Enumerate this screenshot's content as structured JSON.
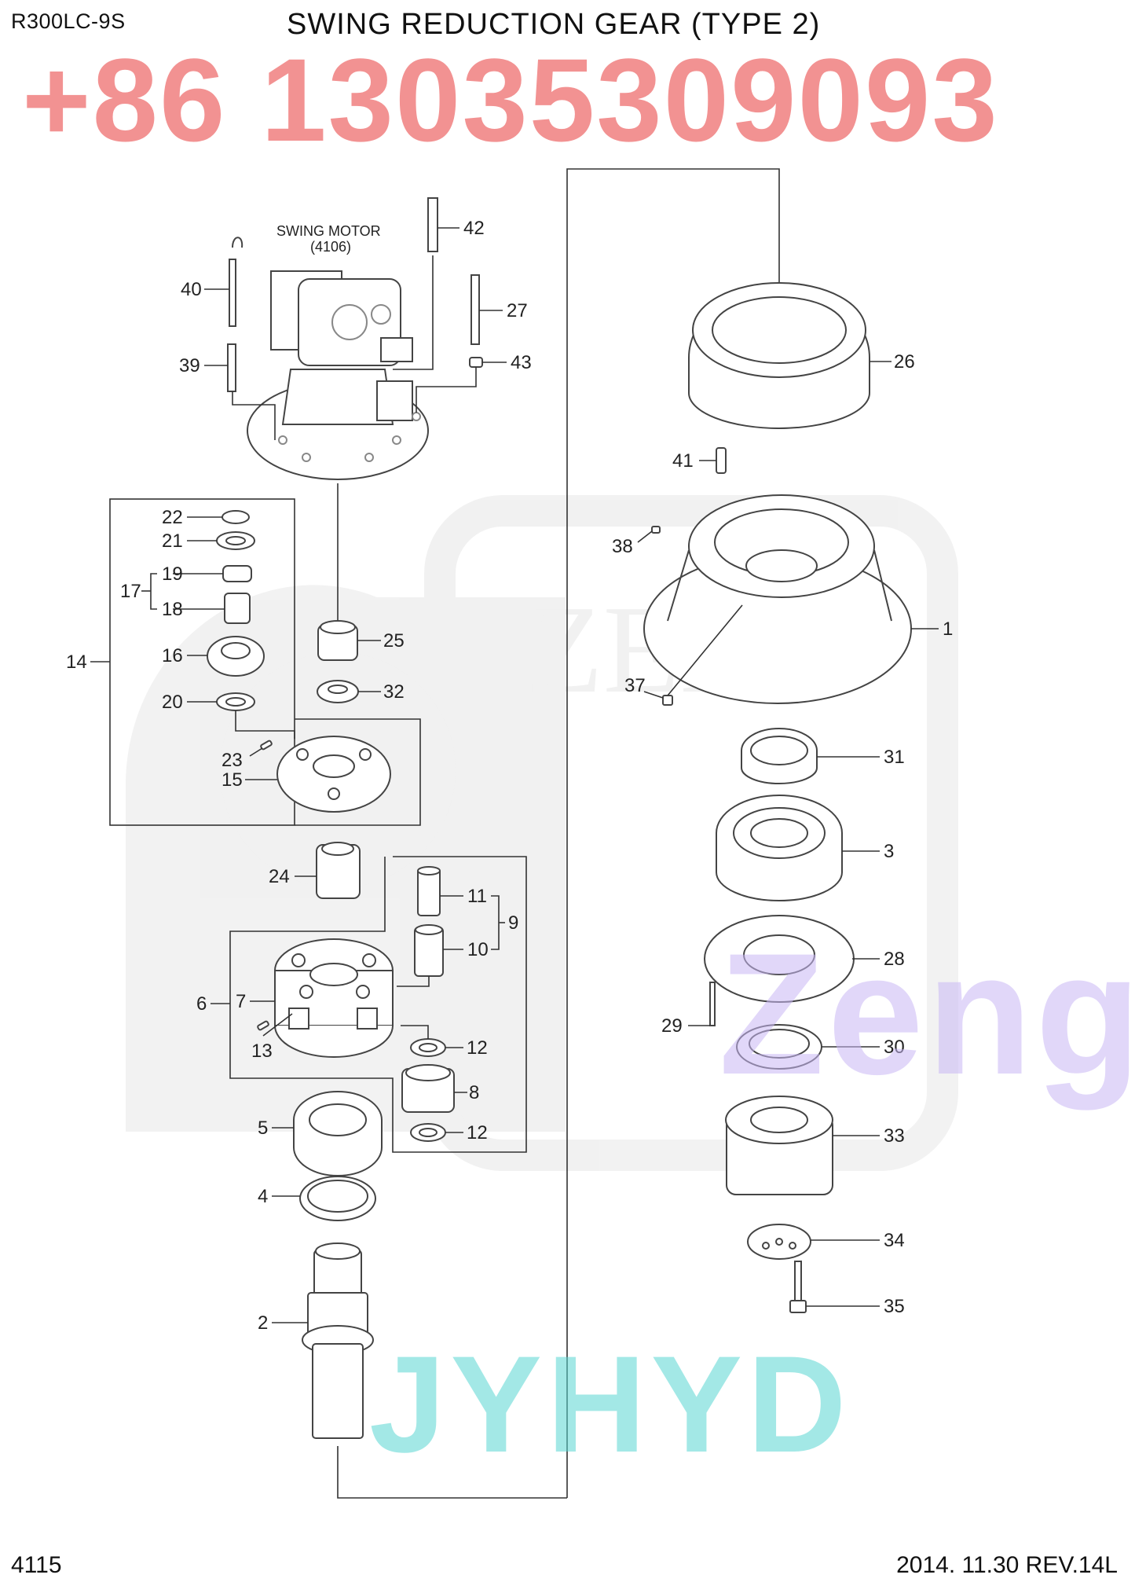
{
  "header": {
    "model": "R300LC-9S",
    "title": "SWING REDUCTION GEAR (TYPE 2)"
  },
  "watermarks": {
    "phone": "+86 13035309093",
    "brand": "Zeng",
    "logo": "JYHYD",
    "background_logo": "ZENG"
  },
  "swing_motor": {
    "label": "SWING MOTOR",
    "code": "(4106)"
  },
  "part_numbers": {
    "p1": "1",
    "p2": "2",
    "p3": "3",
    "p4": "4",
    "p5": "5",
    "p6": "6",
    "p7": "7",
    "p8": "8",
    "p9": "9",
    "p10": "10",
    "p11": "11",
    "p12a": "12",
    "p12b": "12",
    "p13": "13",
    "p14": "14",
    "p15": "15",
    "p16": "16",
    "p17": "17",
    "p18": "18",
    "p19": "19",
    "p20": "20",
    "p21": "21",
    "p22": "22",
    "p23": "23",
    "p24": "24",
    "p25": "25",
    "p26": "26",
    "p27": "27",
    "p28": "28",
    "p29": "29",
    "p30": "30",
    "p31": "31",
    "p32": "32",
    "p33": "33",
    "p34": "34",
    "p35": "35",
    "p37": "37",
    "p38": "38",
    "p39": "39",
    "p40": "40",
    "p41": "41",
    "p42": "42",
    "p43": "43"
  },
  "footer": {
    "page": "4115",
    "revision": "2014. 11.30  REV.14L"
  },
  "colors": {
    "phone": "#f28a8a",
    "zeng": "#c9b8f5",
    "jyhyd": "#58d7d2",
    "line": "#333333"
  }
}
